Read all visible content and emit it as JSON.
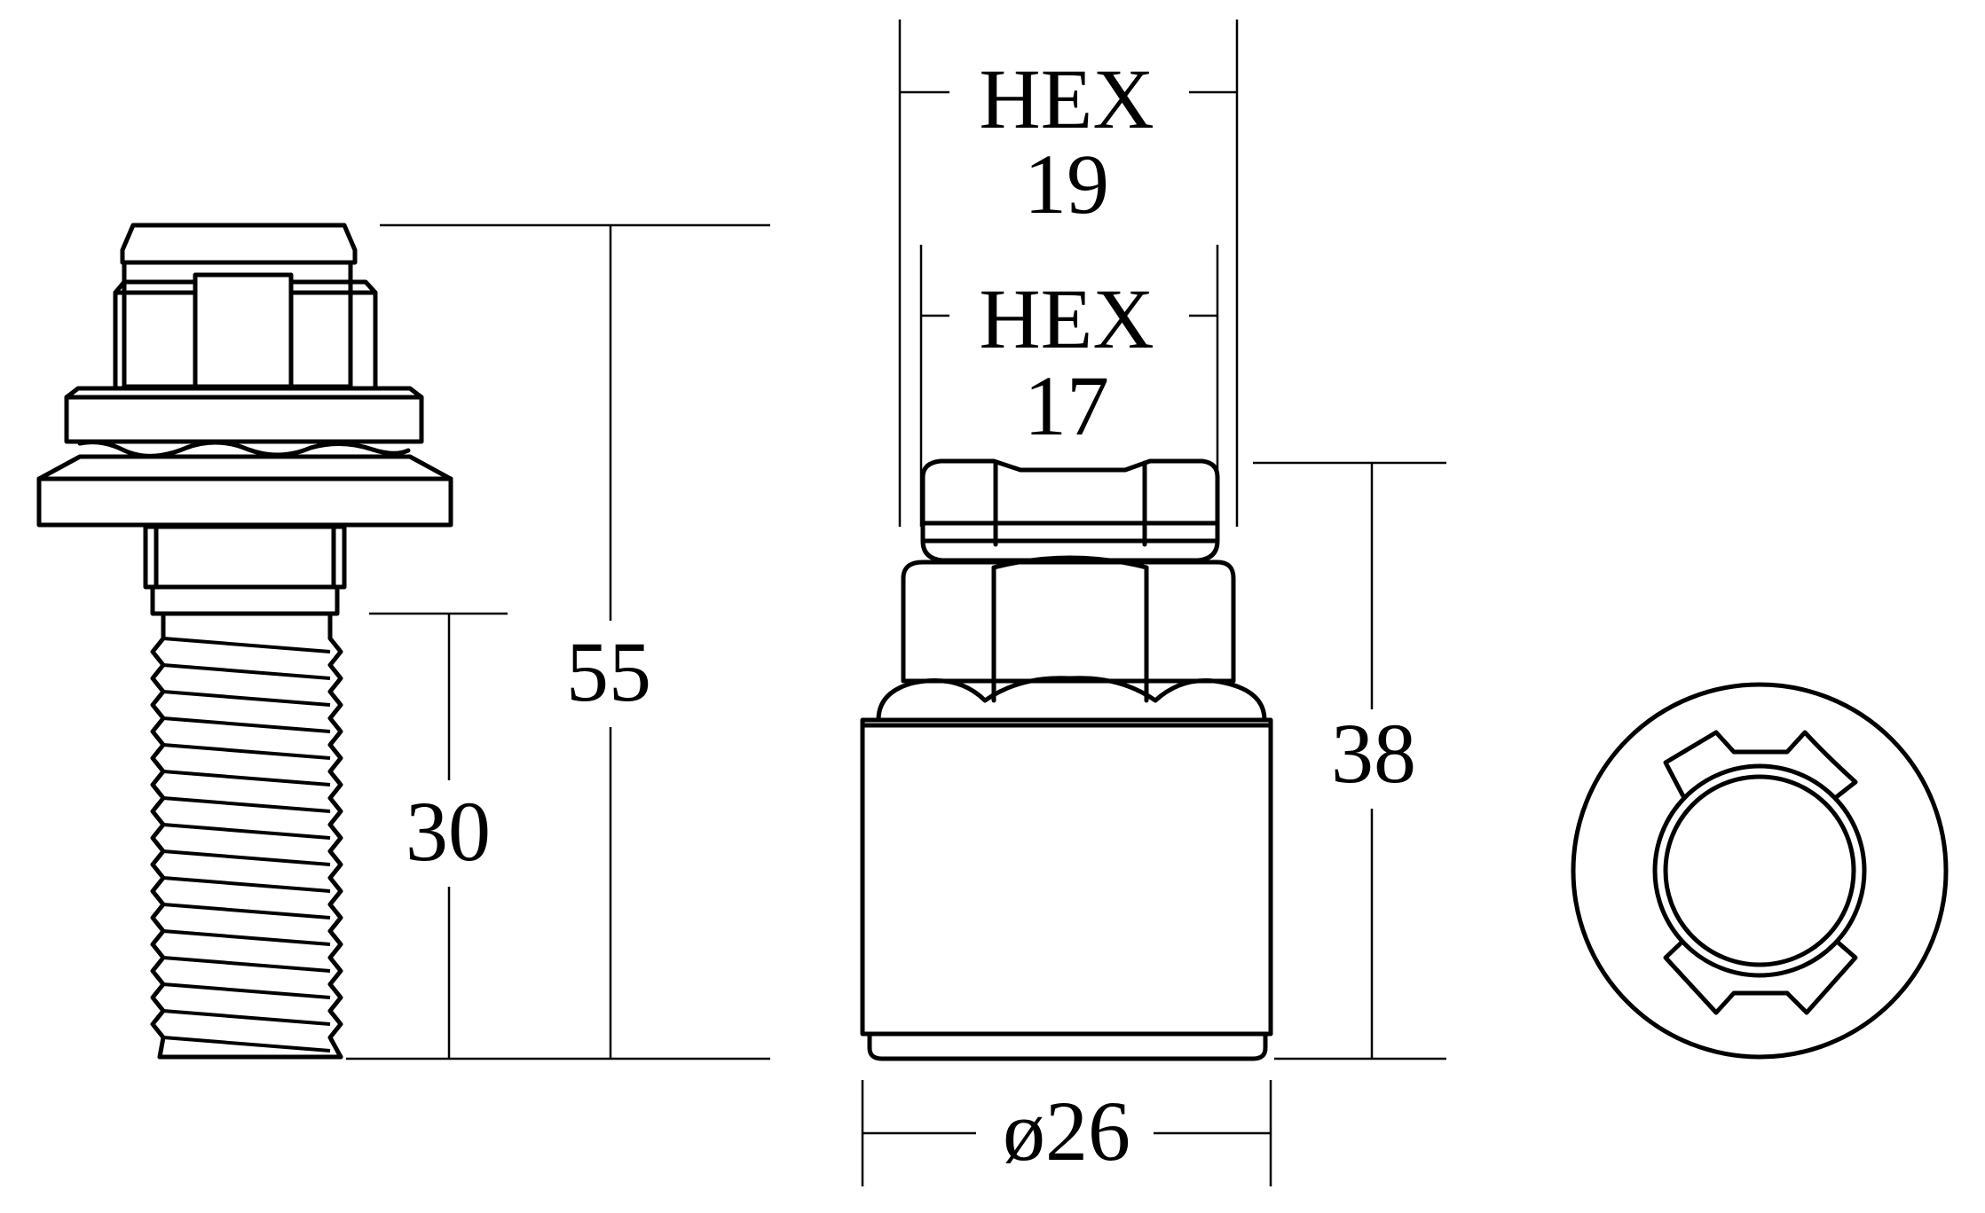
{
  "labels": {
    "hex_outer": "HEX",
    "hex_outer_value": "19",
    "hex_inner": "HEX",
    "hex_inner_value": "17",
    "bolt_total_length": "55",
    "bolt_thread_length": "30",
    "nut_height": "38",
    "nut_diameter": "ø26"
  },
  "colors": {
    "line": "#000000",
    "background": "#ffffff"
  }
}
